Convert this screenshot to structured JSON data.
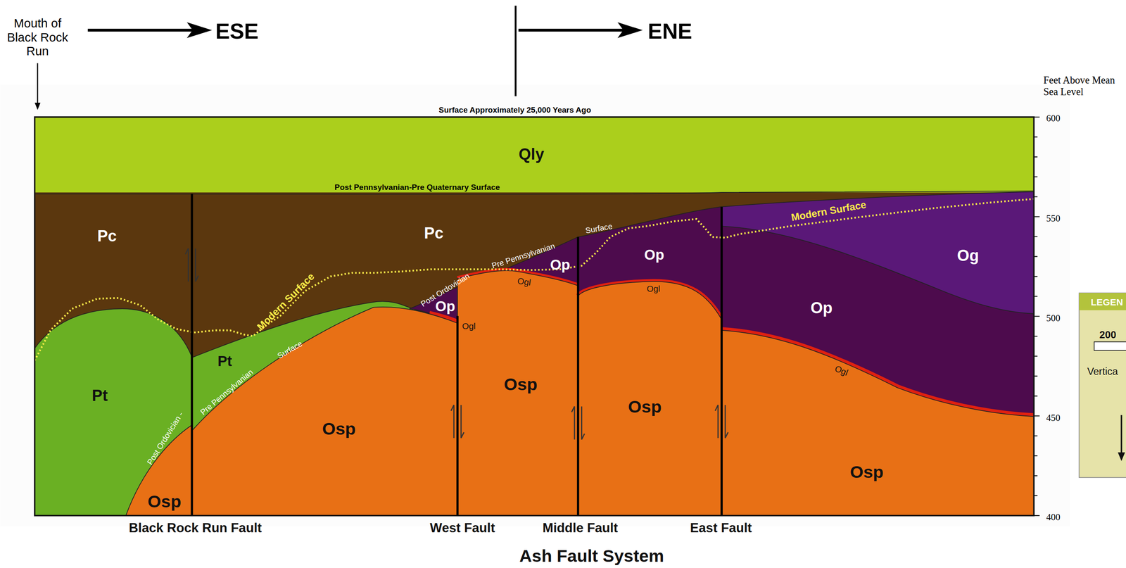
{
  "diagram": {
    "caption": "Ash Fault System",
    "labels": [
      "Mouth of Black Rock Run",
      "ESE",
      "ENE",
      "Feet Above Mean Sea Level",
      "Surface Approximately 25,000 Years Ago",
      "Qly",
      "Post Pennsylvanian-Pre Quaternary Surface",
      "Pc",
      "Pc",
      "Modern Surface",
      "Modern Surface",
      "Pt",
      "Pt",
      "Post Ordovician -",
      "Pre Pennsylvanian",
      "Surface",
      "Post Ordovician",
      "Pre Pennsylvanian",
      "Surface",
      "Op",
      "Op",
      "Op",
      "Og",
      "Op",
      "Ogl",
      "Ogl",
      "Ogl",
      "Ogl",
      "Osp",
      "Osp",
      "Osp",
      "Osp",
      "Osp",
      "600",
      "550",
      "500",
      "450",
      "400",
      "Black Rock Run Fault",
      "West Fault",
      "Middle Fault",
      "East Fault",
      "LEGEN",
      "200",
      "Vertica"
    ]
  }
}
